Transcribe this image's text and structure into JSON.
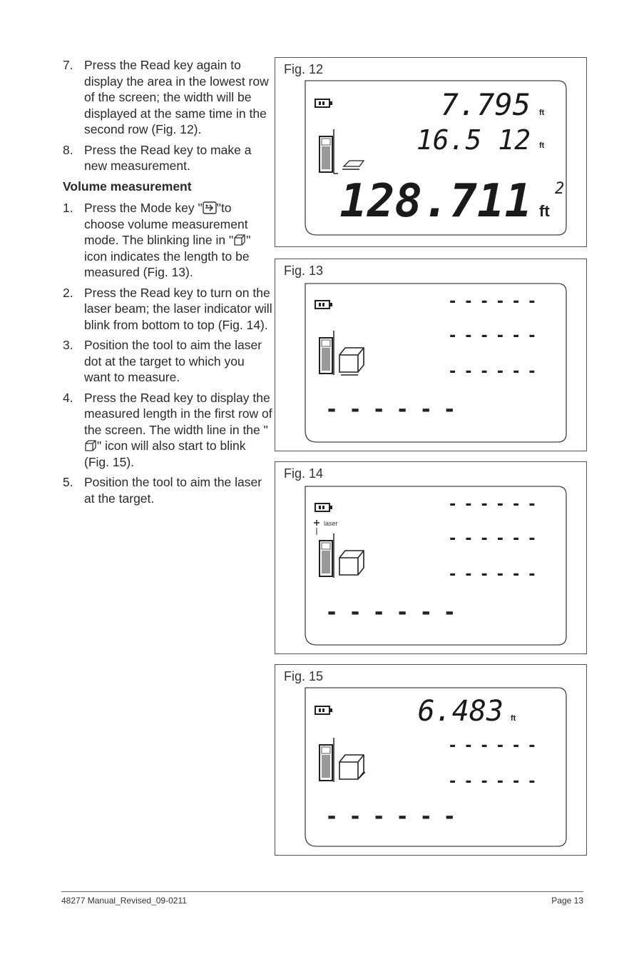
{
  "instructions": {
    "area_steps": [
      {
        "num": "7.",
        "text": "Press the Read key again to display the area in the lowest row of the screen; the width will be displayed at the same time in the second row (Fig. 12)."
      },
      {
        "num": "8.",
        "text": "Press the Read key to make a new measurement."
      }
    ],
    "volume_heading": "Volume measurement",
    "volume_steps": [
      {
        "num": "1.",
        "parts": [
          "Press the Mode key \"",
          "\"to choose volume measurement mode. The blinking line in \"",
          "\" icon indicates the length to be measured (Fig. 13)."
        ]
      },
      {
        "num": "2.",
        "text": "Press the Read key to turn on the laser beam; the laser indicator will blink from bottom to top (Fig. 14)."
      },
      {
        "num": "3.",
        "text": "Position the tool to aim the laser dot at the target to which you want to measure."
      },
      {
        "num": "4.",
        "parts": [
          "Press the Read key to display the measured length in the first row of the screen. The width line in the \"",
          "\" icon will also start to blink (Fig. 15)."
        ]
      },
      {
        "num": "5.",
        "text": "Position the tool to aim the laser at the target."
      }
    ]
  },
  "figures": [
    {
      "label": "Fig. 12",
      "row1": "7.795",
      "row2": "16.5 12",
      "total": "128.711",
      "unit": "ft",
      "exponent": "2"
    },
    {
      "label": "Fig. 13",
      "row1": "------",
      "row2": "------",
      "row3": "------",
      "total": "------"
    },
    {
      "label": "Fig. 14",
      "row1": "------",
      "row2": "------",
      "row3": "------",
      "total": "------",
      "laser_text": "laser"
    },
    {
      "label": "Fig. 15",
      "row1": "6.483",
      "unit": "ft",
      "row2": "------",
      "row3": "------",
      "total": "------"
    }
  ],
  "footer": {
    "left": "48277 Manual_Revised_09-0211",
    "right": "Page 13"
  }
}
